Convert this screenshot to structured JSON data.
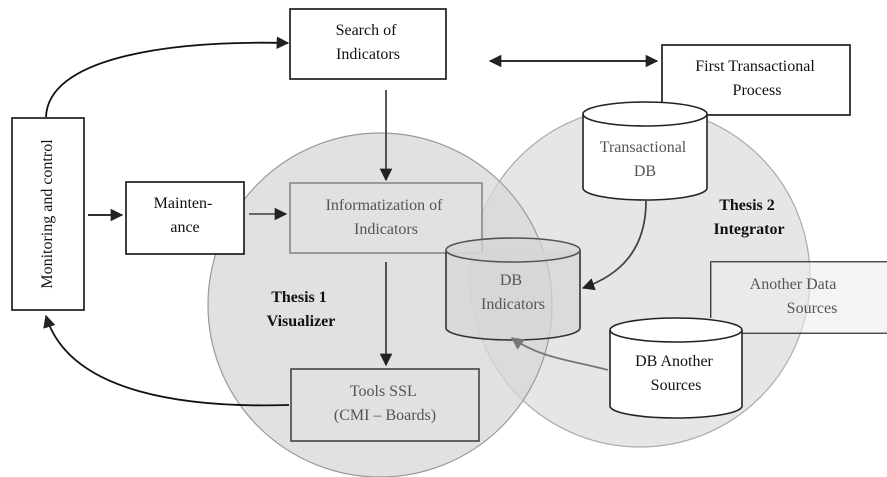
{
  "nodes": {
    "search": [
      "Search of",
      "Indicators"
    ],
    "first_transactional": [
      "First Transactional",
      "Process"
    ],
    "monitoring": "Monitoring and control",
    "maintenance": [
      "Mainten-",
      "ance"
    ],
    "informatization": [
      "Informatization of",
      "Indicators"
    ],
    "transactional_db": [
      "Transactional",
      "DB"
    ],
    "db_indicators": [
      "DB",
      "Indicators"
    ],
    "another_data_sources": [
      "Another Data",
      "Sources"
    ],
    "db_another_sources": [
      "DB Another",
      "Sources"
    ],
    "tools": [
      "Tools SSL",
      "(CMI – Boards)"
    ]
  },
  "regions": {
    "thesis1": [
      "Thesis 1",
      "Visualizer"
    ],
    "thesis2": [
      "Thesis 2",
      "Integrator"
    ]
  },
  "colors": {
    "circle_fill": "#d9d9d9",
    "line": "#222222",
    "muted_line": "#777777",
    "muted_text": "#555555"
  }
}
